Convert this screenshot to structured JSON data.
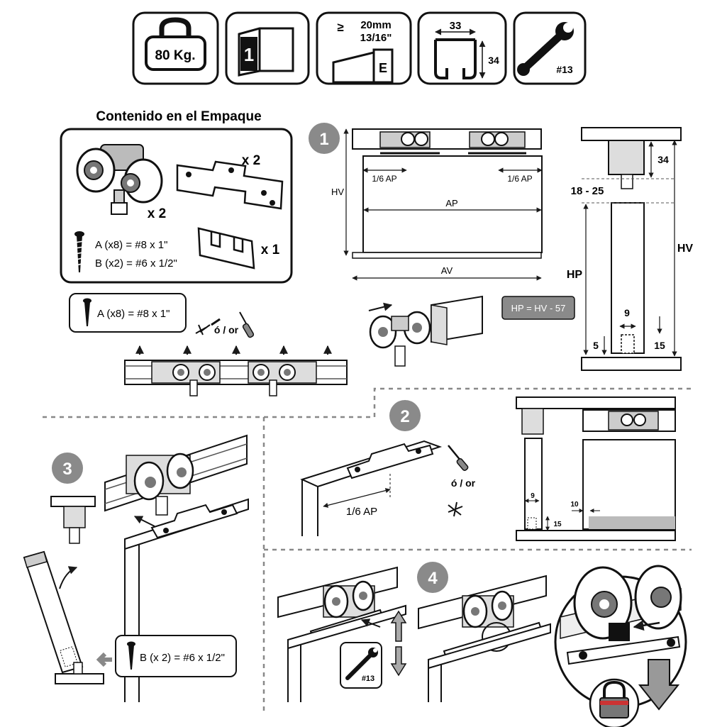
{
  "spec_icons": {
    "weight": "80 Kg.",
    "doors": "1",
    "thickness_symbol": "≥",
    "thickness_mm": "20mm",
    "thickness_in": "13/16\"",
    "thickness_letter": "E",
    "rail_width": "33",
    "rail_height": "34",
    "wrench": "#13"
  },
  "package": {
    "title": "Contenido en el Empaque",
    "trolley_qty": "x 2",
    "bracket_qty": "x 2",
    "guide_qty": "x 1",
    "screw_a": "A (x8) = #8 x 1\"",
    "screw_b": "B (x2) = #6 x 1/2\""
  },
  "steps": [
    "1",
    "2",
    "3",
    "4"
  ],
  "step1": {
    "screw_callout": "A (x8) = #8 x 1\"",
    "or_text": "ó / or",
    "dim_sixth_left": "1/6 AP",
    "dim_sixth_right": "1/6 AP",
    "dim_ap": "AP",
    "dim_av": "AV",
    "dim_hv": "HV",
    "formula": "HP = HV - 57",
    "side_34": "34",
    "side_gap": "18 - 25",
    "side_hv": "HV",
    "side_hp": "HP",
    "side_9": "9",
    "side_5": "5",
    "side_15": "15"
  },
  "step2": {
    "dim_sixth": "1/6 AP",
    "or_text": "ó / or",
    "dim_9": "9",
    "dim_10": "10",
    "dim_15": "15"
  },
  "step3": {
    "screw_callout": "B (x 2) = #6 x 1/2\""
  },
  "step4": {
    "wrench": "#13"
  }
}
